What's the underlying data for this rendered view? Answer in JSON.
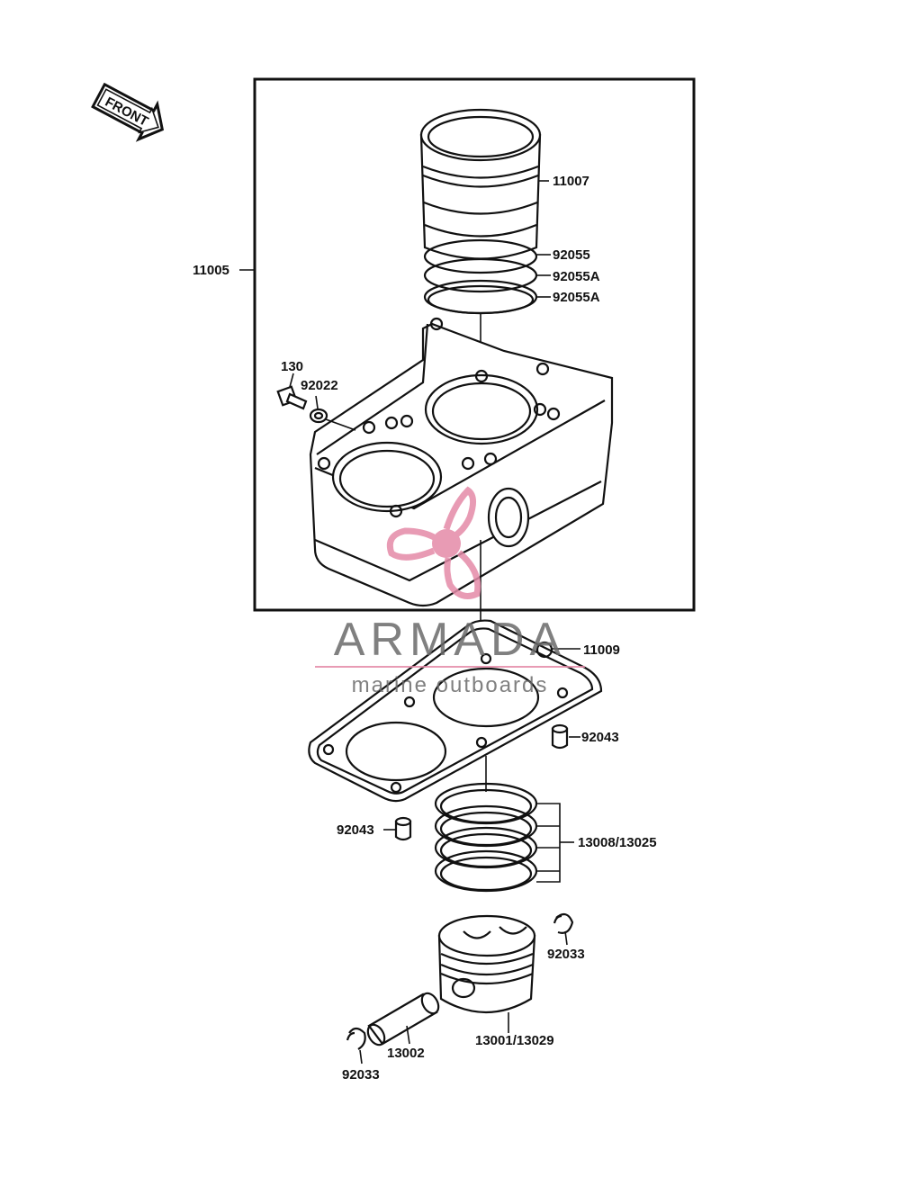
{
  "front_arrow": {
    "label": "FRONT"
  },
  "labels": {
    "cylinder_assy": "11005",
    "sleeve": "11007",
    "oring_1": "92055",
    "oring_2": "92055A",
    "oring_3": "92055A",
    "bolt": "130",
    "washer": "92022",
    "gasket": "11009",
    "dowel_right": "92043",
    "dowel_left": "92043",
    "rings": "13008/13025",
    "clip_right": "92033",
    "pin": "13002",
    "piston": "13001/13029",
    "clip_left": "92033"
  },
  "watermark": {
    "brand": "ARMADA",
    "tagline": "marine outboards",
    "accent_color": "#e48aa8",
    "text_color": "#6a6a6a"
  },
  "colors": {
    "line": "#111111",
    "background": "#ffffff"
  }
}
